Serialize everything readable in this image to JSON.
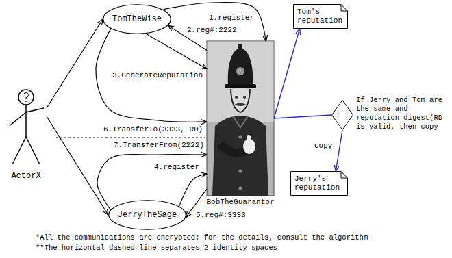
{
  "diagram": {
    "nodes": [
      {
        "text": [
          "TomTheWise"
        ]
      },
      {
        "text": [
          "Tom's reputation"
        ]
      },
      {
        "text": [
          "ActorX"
        ]
      },
      {
        "text": [
          "BobTheGuarantor"
        ]
      },
      {
        "text": [
          "If Jerry and Tom are the same and reputation digest(RD is valid, then copy"
        ]
      },
      {
        "text": [
          "Jerry's reputation"
        ]
      },
      {
        "text": [
          "JerryTheSage"
        ]
      }
    ],
    "edges": [
      {
        "from": 2,
        "to": 0,
        "arrow": "to"
      },
      {
        "from": 2,
        "to": 6,
        "arrow": "to"
      },
      {
        "from": 0,
        "to": 3,
        "label": "1.register",
        "arrow": "to"
      },
      {
        "from": 3,
        "to": 0,
        "label": "2.reg#:2222",
        "arrow": "to"
      },
      {
        "from": 0,
        "to": 3,
        "label": "3.GenerateReputation",
        "arrow": "to"
      },
      {
        "from": 0,
        "to": 3,
        "label": "6.TransferTo(3333, RD)",
        "arrow": "to"
      },
      {
        "from": 6,
        "to": 3,
        "label": "7.TransferFrom(2222)",
        "arrow": "to"
      },
      {
        "from": 6,
        "to": 3,
        "label": "4.register",
        "arrow": "to"
      },
      {
        "from": 3,
        "to": 6,
        "label": "5.reg#:3333",
        "arrow": "to"
      },
      {
        "from": 3,
        "to": 1,
        "arrow": "to"
      },
      {
        "from": 3,
        "to": 4,
        "arrow": "none"
      },
      {
        "from": 4,
        "to": 5,
        "label": "copy",
        "arrow": "to"
      }
    ],
    "labels": [
      "*All the communications are encrypted; for the details, consult the algorithm",
      "**The horizontal dashed line separates 2 identity spaces"
    ]
  }
}
